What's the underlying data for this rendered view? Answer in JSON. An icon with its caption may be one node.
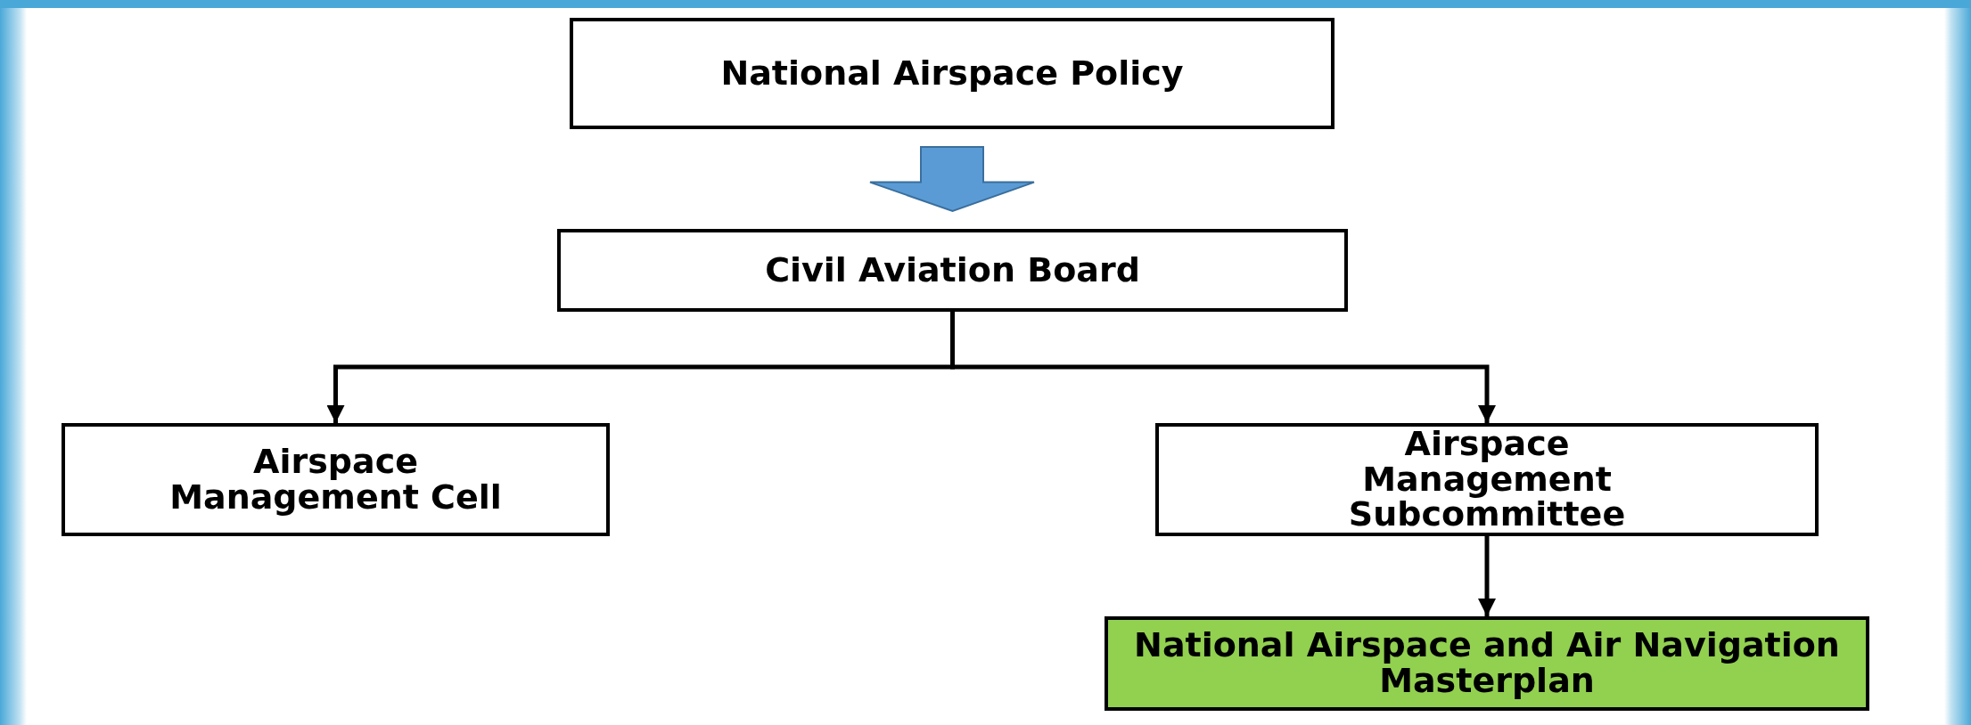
{
  "diagram": {
    "nodes": [
      {
        "text": [
          "National Airspace Policy"
        ]
      },
      {
        "text": [
          "Civil Aviation Board"
        ]
      },
      {
        "text": [
          "Airspace Management Cell"
        ]
      },
      {
        "text": [
          "Airspace Management Subcommittee"
        ]
      },
      {
        "text": [
          "National Airspace and Air Navigation Masterplan"
        ]
      }
    ],
    "edges": [
      {
        "from": 0,
        "to": 1,
        "arrow": "to",
        "style": "thick",
        "color": "#5b9bd5"
      },
      {
        "from": 1,
        "to": 2,
        "arrow": "to"
      },
      {
        "from": 1,
        "to": 3,
        "arrow": "to"
      },
      {
        "from": 3,
        "to": 4,
        "arrow": "to"
      }
    ]
  }
}
